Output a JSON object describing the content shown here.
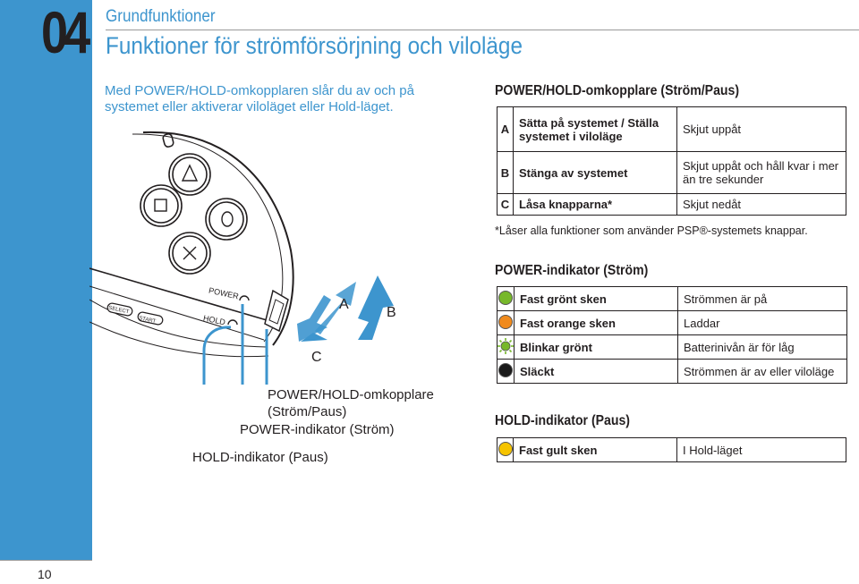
{
  "chapter": {
    "number": "04",
    "section": "Grundfunktioner",
    "title": "Funktioner för strömförsörjning och viloläge"
  },
  "intro": "Med POWER/HOLD-omkopplaren slår du av och på systemet eller aktiverar viloläget eller Hold-läget.",
  "switch_table": {
    "heading": "POWER/HOLD-omkopplare (Ström/Paus)",
    "rows": [
      {
        "key": "A",
        "action": "Sätta på systemet / Ställa systemet i viloläge",
        "how": "Skjut uppåt"
      },
      {
        "key": "B",
        "action": "Stänga av systemet",
        "how": "Skjut uppåt och håll kvar i mer än tre sekunder"
      },
      {
        "key": "C",
        "action": "Låsa knapparna*",
        "how": "Skjut nedåt"
      }
    ],
    "footnote": "*Låser alla funktioner som använder PSP®-systemets knappar."
  },
  "power_table": {
    "heading": "POWER-indikator (Ström)",
    "rows": [
      {
        "indicator": "green",
        "state": "Fast grönt sken",
        "meaning": "Strömmen är på"
      },
      {
        "indicator": "orange",
        "state": "Fast orange sken",
        "meaning": "Laddar"
      },
      {
        "indicator": "green-blink",
        "state": "Blinkar grönt",
        "meaning": "Batterinivån är för låg"
      },
      {
        "indicator": "off",
        "state": "Släckt",
        "meaning": "Strömmen är av eller viloläge"
      }
    ]
  },
  "hold_table": {
    "heading": "HOLD-indikator (Paus)",
    "rows": [
      {
        "indicator": "yellow",
        "state": "Fast gult sken",
        "meaning": "I Hold-läget"
      }
    ]
  },
  "illustration": {
    "device_labels": {
      "power": "POWER",
      "hold": "HOLD",
      "select": "SELECT",
      "start": "START"
    },
    "arrow_labels": {
      "a": "A",
      "b": "B",
      "c": "C"
    },
    "callouts": {
      "switch_line1": "POWER/HOLD-omkopplare",
      "switch_line2": "(Ström/Paus)",
      "power_indicator": "POWER-indikator (Ström)",
      "hold_indicator": "HOLD-indikator (Paus)"
    }
  },
  "page_number": "10",
  "colors": {
    "accent": "#3d95ce",
    "led_green": "#77b82a",
    "led_orange": "#f08a1c",
    "led_yellow": "#f6c400",
    "led_off": "#1a1a1a"
  }
}
